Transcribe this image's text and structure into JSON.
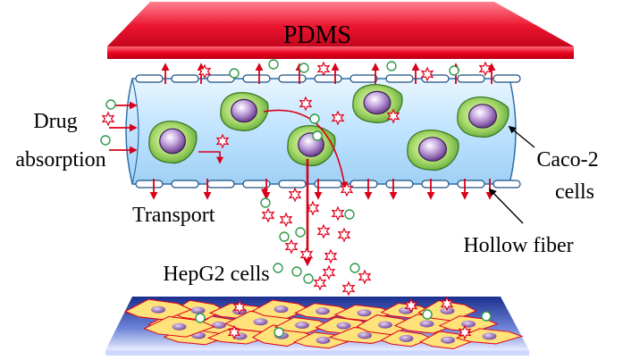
{
  "labels": {
    "pdms": "PDMS",
    "drug_line1": "Drug",
    "drug_line2": "absorption",
    "transport": "Transport",
    "caco_line1": "Caco-2",
    "caco_line2": "cells",
    "hollow_fiber": "Hollow fiber",
    "hepg2": "HepG2 cells"
  },
  "colors": {
    "pdms": "#e8001c",
    "fiber": "#bfe3ff",
    "caco_cytoplasm": "#a8d96a",
    "caco_nucleus": "#9a6bbf",
    "hepg2_fill": "#ffe27a",
    "hepg2_outline": "#e0001b",
    "hepg2_nucleus": "#8a5aa8",
    "substrate": "#1a2f8f",
    "arrow": "#d8001a",
    "drug_star": "#e0001b",
    "metabolite_circle": "#2e9a4a"
  },
  "icons": {
    "drug": "red-star-icon",
    "metabolite": "green-circle-icon"
  }
}
